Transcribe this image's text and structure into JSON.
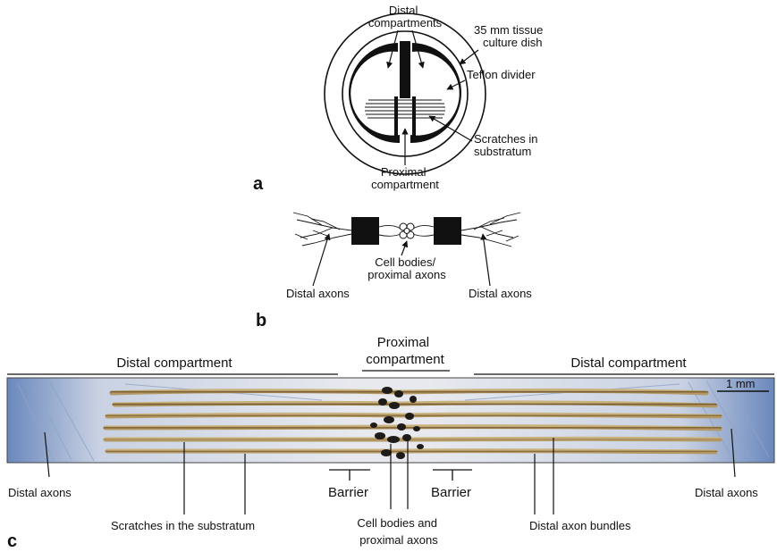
{
  "panel_a": {
    "panel_letter": "a",
    "label_distal": [
      "Distal",
      "compartments"
    ],
    "label_dish": [
      "35 mm tissue",
      "culture dish"
    ],
    "label_teflon": "Teflon divider",
    "label_scratches": [
      "Scratches in",
      "substratum"
    ],
    "label_proximal": [
      "Proximal",
      "compartment"
    ]
  },
  "panel_b": {
    "panel_letter": "b",
    "label_cell_bodies": [
      "Cell bodies/",
      "proximal axons"
    ],
    "label_distal_left": "Distal axons",
    "label_distal_right": "Distal axons"
  },
  "panel_c": {
    "panel_letter": "c",
    "header_left": "Distal compartment",
    "header_center": [
      "Proximal",
      "compartment"
    ],
    "header_right": "Distal compartment",
    "scale_bar": "1 mm",
    "label_distal_axons_left": "Distal axons",
    "label_distal_axons_right": "Distal axons",
    "label_barrier_left": "Barrier",
    "label_barrier_right": "Barrier",
    "label_scratches": "Scratches in the substratum",
    "label_cell_bodies": [
      "Cell bodies and",
      "proximal axons"
    ],
    "label_axon_bundles": "Distal axon bundles"
  },
  "colors": {
    "ink": "#111111",
    "photo_background": "#d9dde6",
    "photo_blue": "#5f7fb4",
    "bundle_gold": "#8a6a38",
    "cell_body": "#1e1b18"
  }
}
